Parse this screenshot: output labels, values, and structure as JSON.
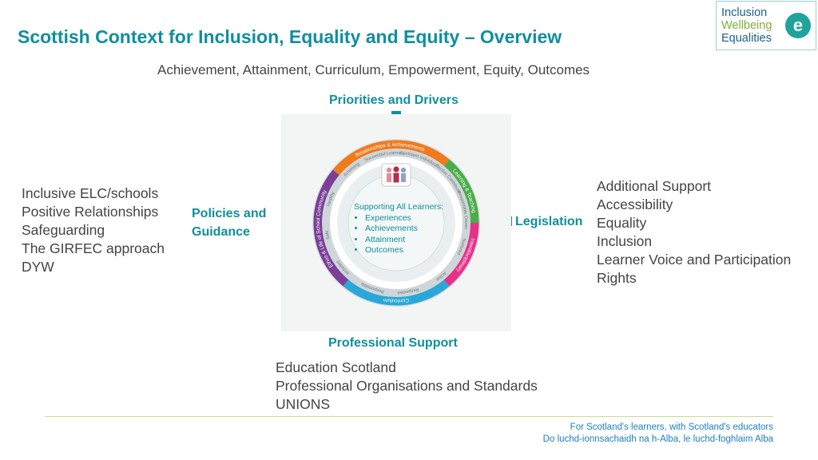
{
  "header": {
    "title": "Scottish Context for Inclusion, Equality and Equity – Overview",
    "subtitle": "Achievement, Attainment, Curriculum, Empowerment, Equity, Outcomes"
  },
  "logo": {
    "line1": "Inclusion",
    "line2": "Wellbeing",
    "line3": "Equalities",
    "letter": "e"
  },
  "labels": {
    "top": "Priorities and Drivers",
    "left_line1": "Policies and",
    "left_line2": "Guidance",
    "right": "Legislation",
    "bottom": "Professional Support"
  },
  "left_list": [
    "Inclusive ELC/schools",
    "Positive Relationships",
    "Safeguarding",
    "The GIRFEC approach",
    "DYW"
  ],
  "right_list": [
    "Additional Support",
    "Accessibility",
    "Equality",
    "Inclusion",
    "Learner Voice and Participation",
    "Rights"
  ],
  "bottom_list": [
    "Education Scotland",
    "Professional Organisations and Standards",
    "UNIONS"
  ],
  "wheel": {
    "center_heading": "Supporting All Learners:",
    "center_items": [
      "Experiences",
      "Achievements",
      "Attainment",
      "Outcomes"
    ],
    "outer_segments": [
      {
        "label": "Relationships & Achievements",
        "color": "#f07a1c"
      },
      {
        "label": "Curriculum",
        "color": "#2aa7d8"
      },
      {
        "label": "Ethos & Life of School Community",
        "color": "#7b3f98"
      },
      {
        "label": "Learning & Teaching",
        "color": "#49ad48"
      },
      {
        "label": "Interdisciplinary",
        "color": "#e7308a"
      }
    ],
    "inner_words": [
      "Successful Learners",
      "Confident Individuals",
      "Effective Contributors",
      "Responsible Citizens",
      "Nurtured",
      "Active",
      "Respected",
      "Responsible",
      "Included",
      "Safe",
      "Healthy",
      "Achieving"
    ]
  },
  "footer": {
    "line1": "For Scotland's learners, with Scotland's educators",
    "line2": "Do luchd-ionnsachaidh na h-Alba, le luchd-foghlaim Alba"
  },
  "colors": {
    "accent": "#0f8f9c",
    "footer_text": "#1e7fc0",
    "footer_rule": "#c9dd8e"
  },
  "icons": {
    "arrows": "arrow-icon"
  }
}
